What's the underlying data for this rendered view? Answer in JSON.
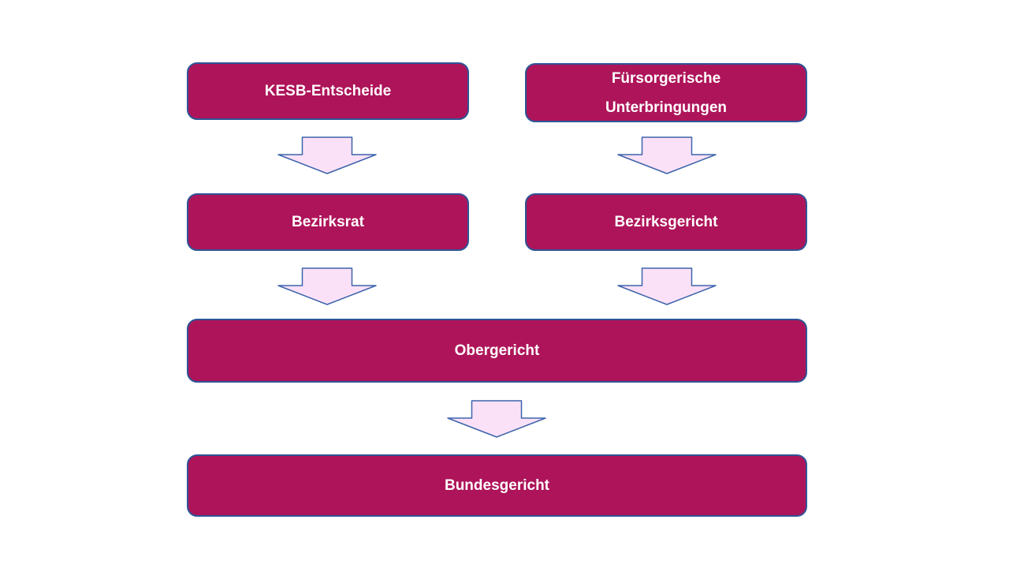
{
  "colors": {
    "box_fill": "#AE1459",
    "box_border": "#2E5496",
    "arrow_fill": "#FBE1F7",
    "arrow_border": "#3C64AC",
    "text": "#FFFFFF",
    "background": "#FFFFFF"
  },
  "nodes": {
    "kesb_entscheide": {
      "label": "KESB-Entscheide"
    },
    "fuersorgerische_unterbringungen": {
      "line1": "Fürsorgerische",
      "line2": "Unterbringungen"
    },
    "bezirksrat": {
      "label": "Bezirksrat"
    },
    "bezirksgericht": {
      "label": "Bezirksgericht"
    },
    "obergericht": {
      "label": "Obergericht"
    },
    "bundesgericht": {
      "label": "Bundesgericht"
    }
  },
  "icons": {
    "down_arrow": "block-down-arrow",
    "down_arrow_count": 5
  }
}
